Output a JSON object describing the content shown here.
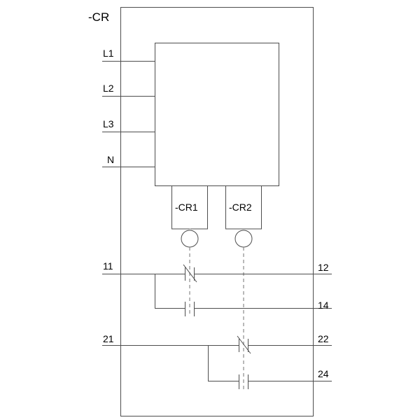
{
  "device_label": "-CR",
  "inputs": [
    {
      "id": "l1",
      "label": "L1"
    },
    {
      "id": "l2",
      "label": "L2"
    },
    {
      "id": "l3",
      "label": "L3"
    },
    {
      "id": "n",
      "label": "N"
    }
  ],
  "relays": [
    {
      "id": "cr1",
      "label": "-CR1"
    },
    {
      "id": "cr2",
      "label": "-CR2"
    }
  ],
  "contacts": {
    "group1": {
      "common": "11",
      "nc": "12",
      "no": "14"
    },
    "group2": {
      "common": "21",
      "nc": "22",
      "no": "24"
    }
  }
}
